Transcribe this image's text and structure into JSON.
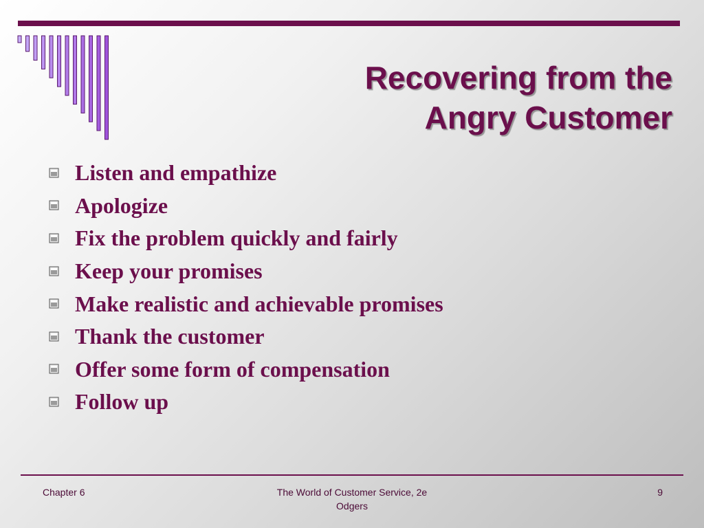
{
  "slide": {
    "title_lines": [
      "Recovering from the",
      "Angry Customer"
    ],
    "bullets": [
      "Listen and empathize",
      "Apologize",
      "Fix the problem quickly and fairly",
      "Keep your promises",
      "Make realistic and achievable promises",
      "Thank the customer",
      "Offer some form of compensation",
      "Follow up"
    ],
    "bullet_icon": "square-bullet-icon"
  },
  "footer": {
    "left": "Chapter 6",
    "center_lines": [
      "The World of Customer Service, 2e",
      "Odgers"
    ],
    "right": "9"
  },
  "colors": {
    "accent": "#6b0f4c",
    "bar_fill": "#b26be0",
    "bar_border": "#5a1a6e"
  }
}
